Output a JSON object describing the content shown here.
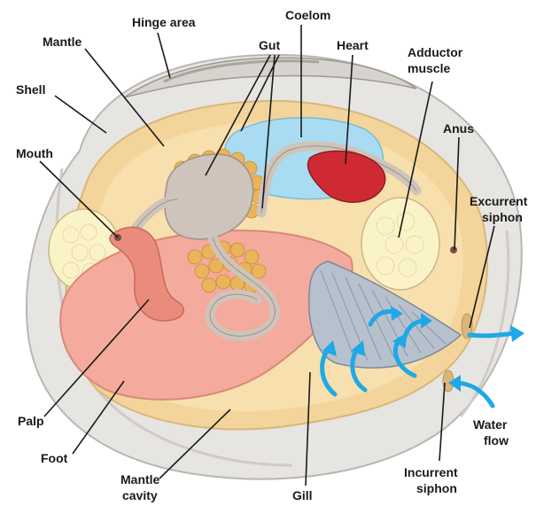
{
  "labels": {
    "hinge_area": "Hinge area",
    "coelom": "Coelom",
    "mantle": "Mantle",
    "gut": "Gut",
    "heart": "Heart",
    "adductor_line1": "Adductor",
    "adductor_line2": "muscle",
    "shell": "Shell",
    "anus": "Anus",
    "mouth": "Mouth",
    "excurrent_line1": "Excurrent",
    "excurrent_line2": "siphon",
    "water_line1": "Water",
    "water_line2": "flow",
    "palp": "Palp",
    "foot": "Foot",
    "mantle_cavity_line1": "Mantle",
    "mantle_cavity_line2": "cavity",
    "gill": "Gill",
    "incurrent_line1": "Incurrent",
    "incurrent_line2": "siphon"
  },
  "colors": {
    "shell": "#e7e5e2",
    "shell_edge": "#b9b6b2",
    "mantle": "#f3d49a",
    "mantle_inner": "#f7dfae",
    "foot": "#f4aa9c",
    "palp": "#e98c7c",
    "gut": "#cfc4bb",
    "gonad": "#e9b45a",
    "coelom": "#a9dcf2",
    "heart": "#cf2a33",
    "adductor": "#fbf3c8",
    "gill": "#b7c1cd",
    "water_arrow": "#1ea9e6"
  }
}
